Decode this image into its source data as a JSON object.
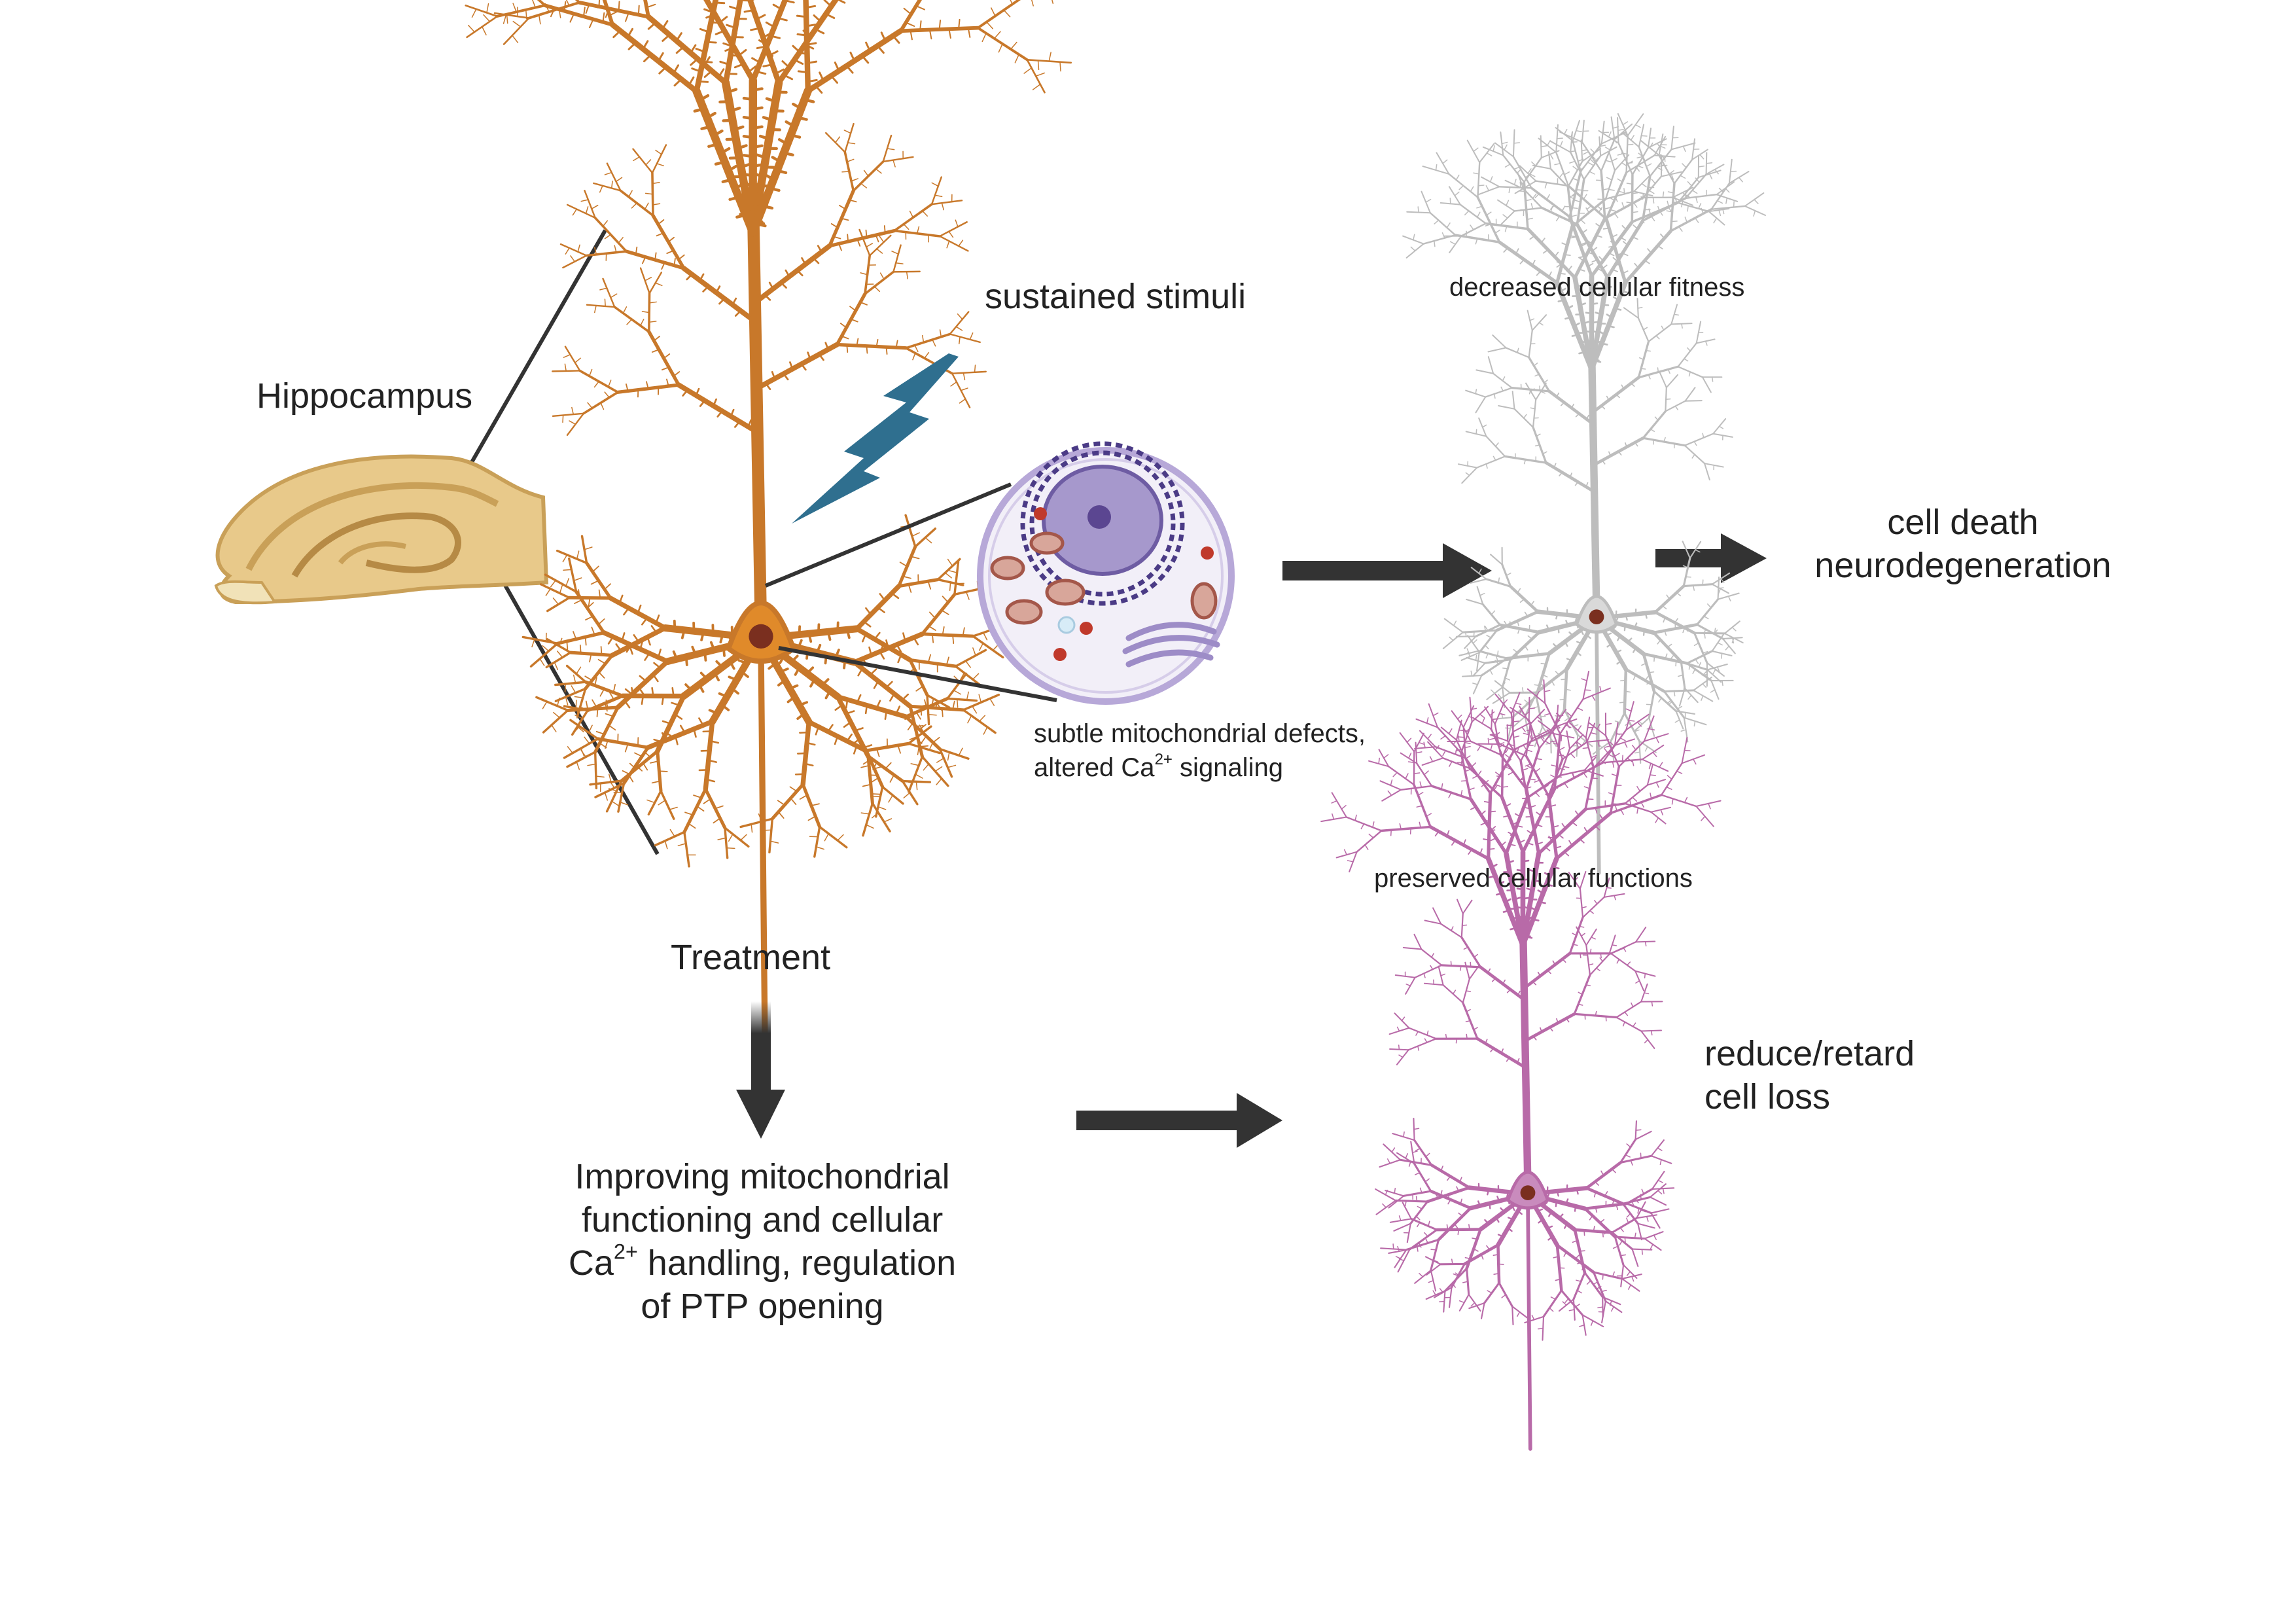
{
  "labels": {
    "hippocampus": "Hippocampus",
    "sustained_stimuli": "sustained stimuli",
    "decreased_fitness": "decreased cellular fitness",
    "cell_death_line1": "cell death",
    "cell_death_line2": "neurodegeneration",
    "defects_line1": "subtle mitochondrial defects,",
    "defects_line2_prefix": "altered Ca",
    "defects_line2_sup": "2+",
    "defects_line2_suffix": " signaling",
    "preserved_functions": "preserved cellular functions",
    "treatment": "Treatment",
    "reduce_line1": "reduce/retard",
    "reduce_line2": "cell loss",
    "improve_line1": "Improving mitochondrial",
    "improve_line2": "functioning and cellular",
    "improve_line3_prefix": "Ca",
    "improve_line3_sup": "2+",
    "improve_line3_suffix": " handling, regulation",
    "improve_line4": "of PTP opening"
  },
  "colors": {
    "neuron_main": "#c8782a",
    "neuron_soma": "#e08a2a",
    "neuron_degenerating": "#bdbdbd",
    "neuron_preserved": "#b86aa8",
    "hippocampus_fill": "#e8c98a",
    "hippocampus_inner": "#c9a058",
    "lightning": "#2f6f8f",
    "cell_membrane": "#b7a8d8",
    "nucleus": "#7a64a8",
    "arrow": "#333333"
  },
  "icons": [
    "hippocampus-icon",
    "pyramidal-neuron-icon",
    "lightning-icon",
    "cell-icon",
    "degenerating-neuron-icon",
    "healthy-neuron-icon"
  ]
}
